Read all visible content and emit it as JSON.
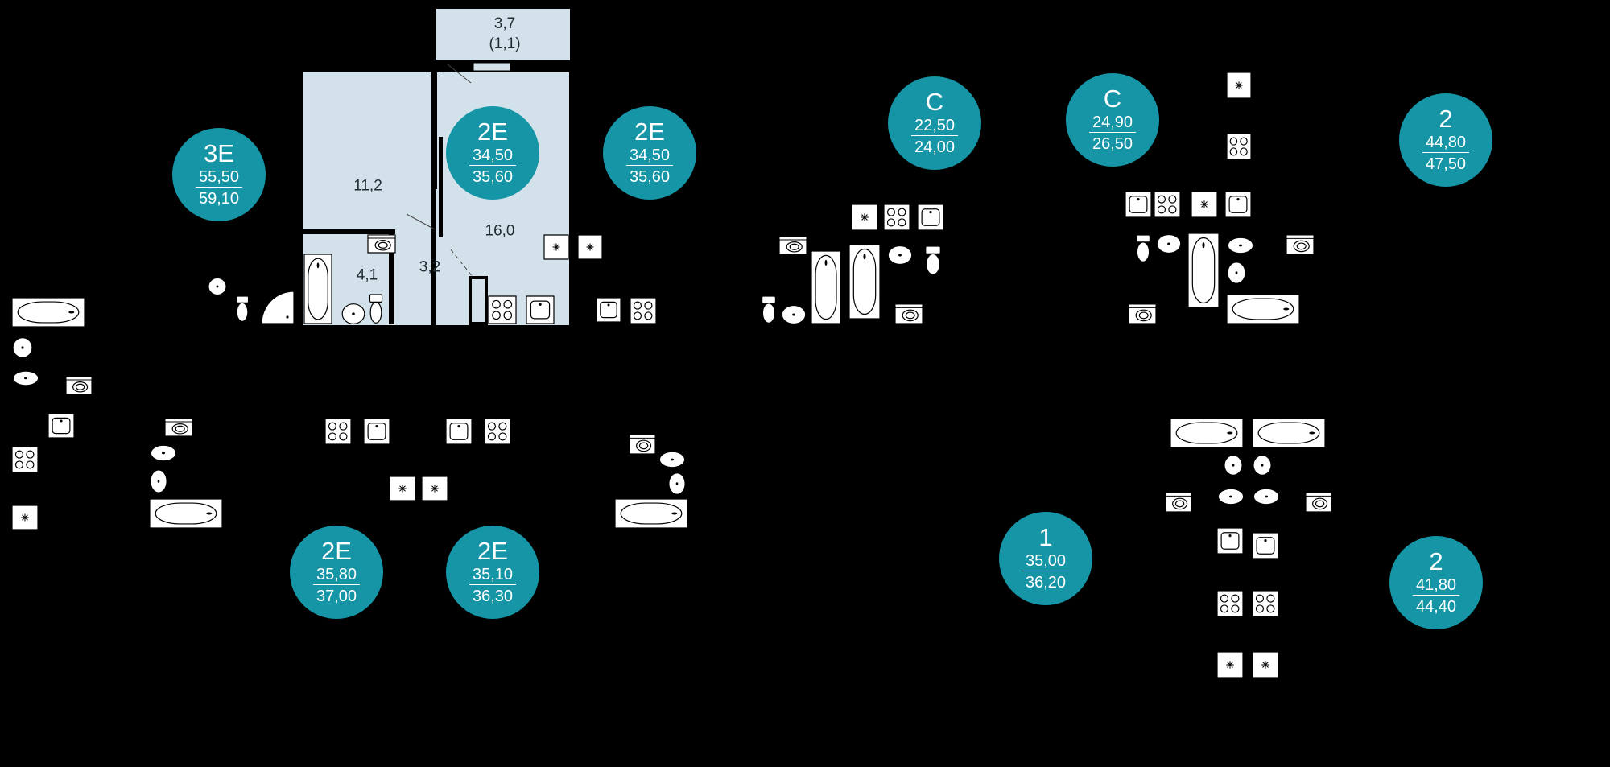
{
  "colors": {
    "badge": "#1595a6",
    "floor": "#d3e2ea",
    "background": "#000000",
    "wall": "#000000"
  },
  "plan": {
    "rooms": [
      {
        "name": "balcony-area",
        "value": "3,7",
        "sub": "(1,1)"
      },
      {
        "name": "room-11",
        "value": "11,2"
      },
      {
        "name": "room-16",
        "value": "16,0"
      },
      {
        "name": "hall",
        "value": "3,2"
      },
      {
        "name": "bathroom",
        "value": "4,1"
      }
    ]
  },
  "units": [
    {
      "name": "unit-3e",
      "type": "3E",
      "area": "55,50",
      "total": "59,10"
    },
    {
      "name": "unit-2e-selected",
      "type": "2E",
      "area": "34,50",
      "total": "35,60"
    },
    {
      "name": "unit-2e-right",
      "type": "2E",
      "area": "34,50",
      "total": "35,60"
    },
    {
      "name": "unit-c-a",
      "type": "C",
      "area": "22,50",
      "total": "24,00"
    },
    {
      "name": "unit-c-b",
      "type": "C",
      "area": "24,90",
      "total": "26,50"
    },
    {
      "name": "unit-2-top",
      "type": "2",
      "area": "44,80",
      "total": "47,50"
    },
    {
      "name": "unit-2e-bottom-a",
      "type": "2E",
      "area": "35,80",
      "total": "37,00"
    },
    {
      "name": "unit-2e-bottom-b",
      "type": "2E",
      "area": "35,10",
      "total": "36,30"
    },
    {
      "name": "unit-1",
      "type": "1",
      "area": "35,00",
      "total": "36,20"
    },
    {
      "name": "unit-2-bottom",
      "type": "2",
      "area": "41,80",
      "total": "44,40"
    }
  ],
  "fixture_icons": [
    "stove-icon",
    "sink-icon",
    "bathtub-icon",
    "toilet-icon",
    "washbasin-icon",
    "washing-machine-icon",
    "fridge-icon",
    "shower-tray-icon"
  ]
}
